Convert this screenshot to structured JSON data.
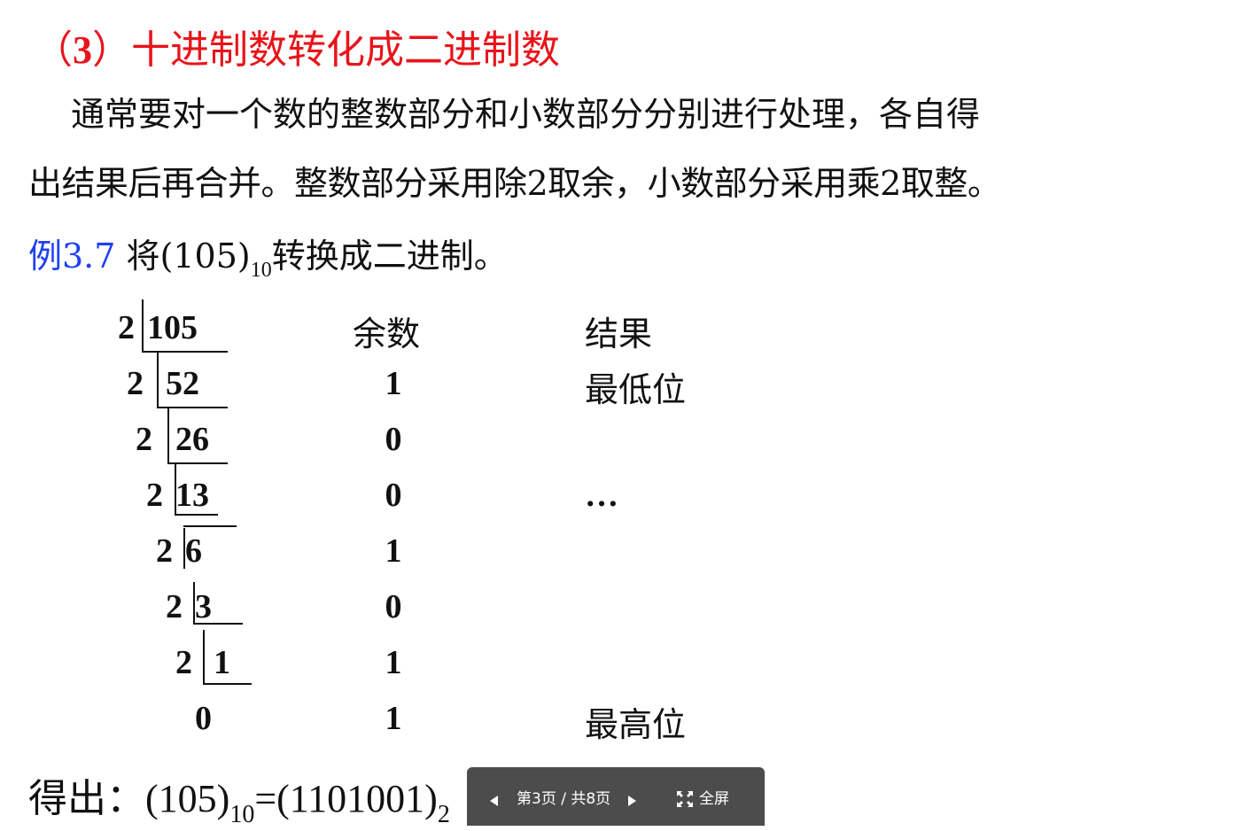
{
  "heading": {
    "prefix": "（",
    "num": "3",
    "suffix": "）十进制数转化成二进制数"
  },
  "para": {
    "line1": "通常要对一个数的整数部分和小数部分分别进行处理，各自得",
    "line2": "出结果后再合并。整数部分采用除2取余，小数部分采用乘2取整。"
  },
  "example": {
    "id": "例3.7",
    "text_a": " 将(105)",
    "sub": "10",
    "text_b": "转换成二进制。"
  },
  "division": {
    "divisor": "2",
    "dividends": [
      "105",
      "52",
      "26",
      "13",
      "6",
      "3",
      "1",
      "0"
    ],
    "remainder_header": "余数",
    "result_header": "结果",
    "remainders": [
      "1",
      "0",
      "0",
      "1",
      "0",
      "1",
      "1"
    ],
    "result_labels": {
      "low": "最低位",
      "dots": "…",
      "high": "最高位"
    }
  },
  "result": {
    "label": "得出：",
    "lhs": "(105)",
    "lhs_sub": "10",
    "eq": "=",
    "rhs": "(1101001)",
    "rhs_sub": "2"
  },
  "pager": {
    "page_text": "第3页 / 共8页",
    "fullscreen": "全屏",
    "prev_icon": "prev-arrow",
    "next_icon": "next-arrow",
    "fs_icon": "fullscreen-arrows"
  }
}
